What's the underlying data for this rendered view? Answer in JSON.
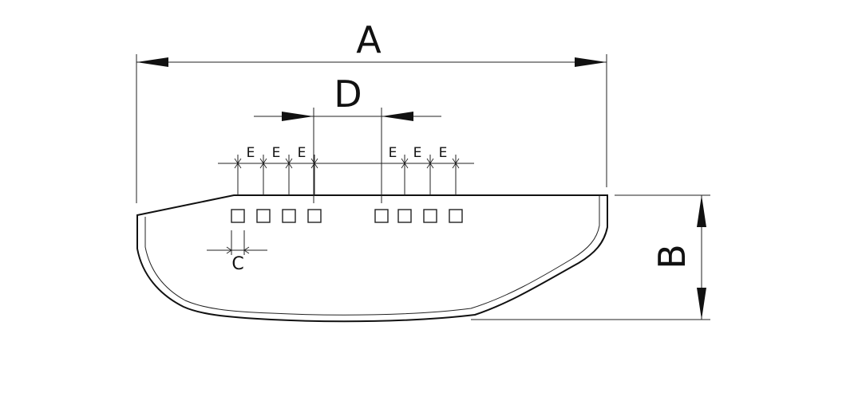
{
  "drawing": {
    "dimensions": {
      "overall_length": "A",
      "height": "B",
      "hole_size": "C",
      "hole_group_gap": "D",
      "hole_spacing": "E"
    },
    "hole_spacing_labels": [
      "E",
      "E",
      "E",
      "E",
      "E",
      "E"
    ],
    "line_color": "#111111",
    "background": "#ffffff"
  }
}
